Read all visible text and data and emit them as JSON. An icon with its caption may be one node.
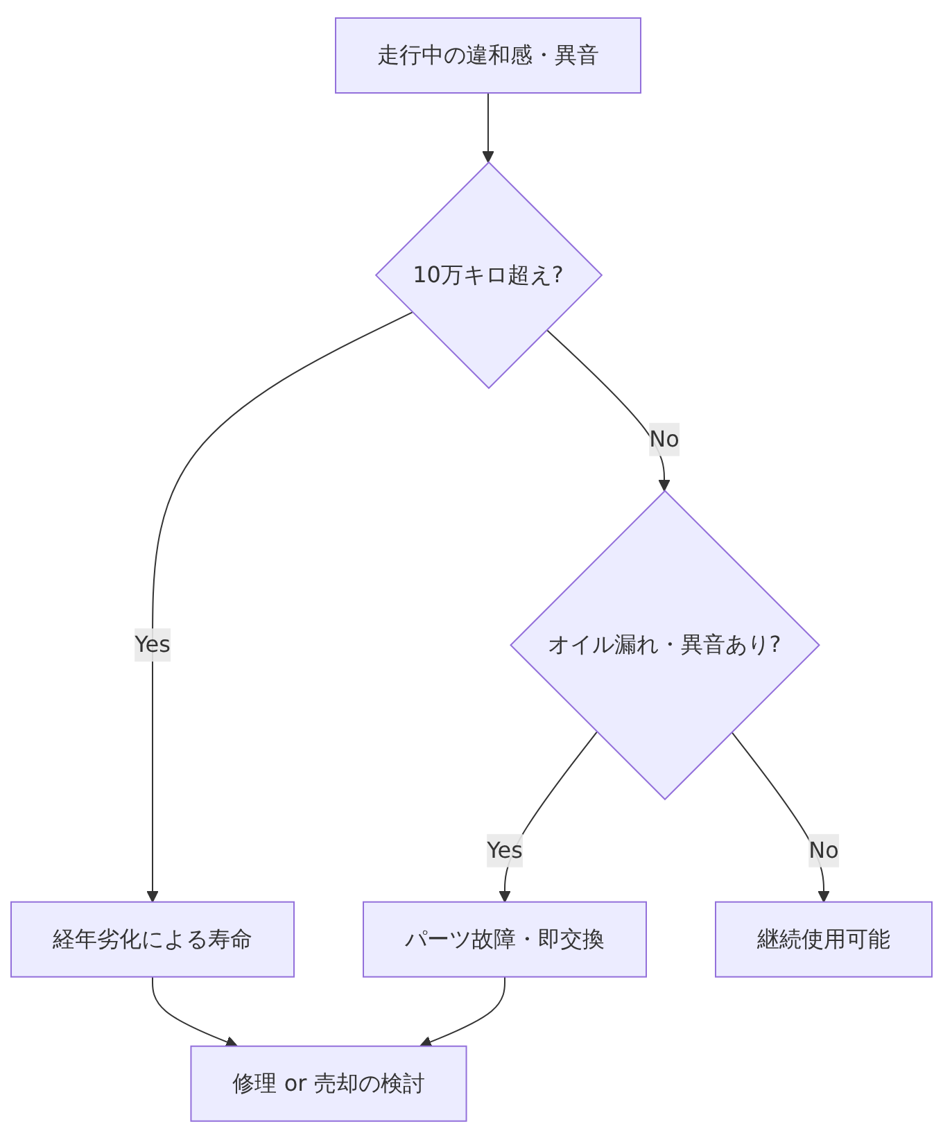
{
  "diagram": {
    "nodes": [
      {
        "text": [
          "走行中の違和感・異音"
        ]
      },
      {
        "text": [
          "10万キロ超え?"
        ]
      },
      {
        "text": [
          "オイル漏れ・異音あり?"
        ]
      },
      {
        "text": [
          "経年劣化による寿命"
        ]
      },
      {
        "text": [
          "パーツ故障・即交換"
        ]
      },
      {
        "text": [
          "継続使用可能"
        ]
      },
      {
        "text": [
          "修理 or 売却の検討"
        ]
      }
    ],
    "edges": [
      {
        "from": 0,
        "to": 1,
        "arrow": "to"
      },
      {
        "from": 1,
        "to": 3,
        "label": "Yes",
        "arrow": "to"
      },
      {
        "from": 1,
        "to": 2,
        "label": "No",
        "arrow": "to"
      },
      {
        "from": 2,
        "to": 4,
        "label": "Yes",
        "arrow": "to"
      },
      {
        "from": 2,
        "to": 5,
        "label": "No",
        "arrow": "to"
      },
      {
        "from": 3,
        "to": 6,
        "arrow": "to"
      },
      {
        "from": 4,
        "to": 6,
        "arrow": "to"
      }
    ]
  }
}
